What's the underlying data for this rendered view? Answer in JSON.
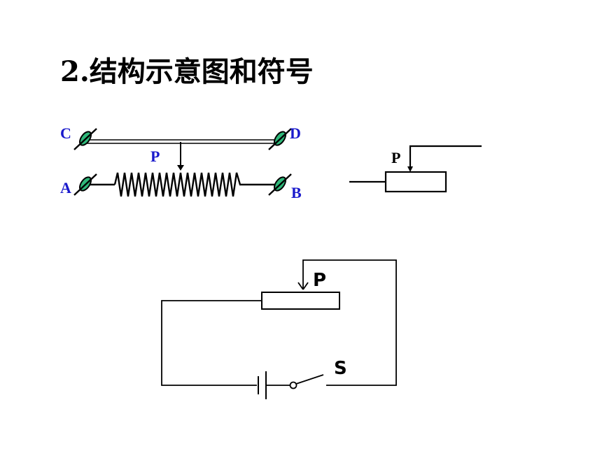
{
  "title": "2.结构示意图和符号",
  "structure_diagram": {
    "terminal_c": "C",
    "terminal_d": "D",
    "terminal_a": "A",
    "terminal_b": "B",
    "slider_label": "P",
    "terminal_fill_color": "#2fb87a",
    "label_color": "#1a1acc"
  },
  "symbol_diagram": {
    "slider_label": "P"
  },
  "circuit_diagram": {
    "slider_label": "P",
    "switch_label": "S"
  }
}
